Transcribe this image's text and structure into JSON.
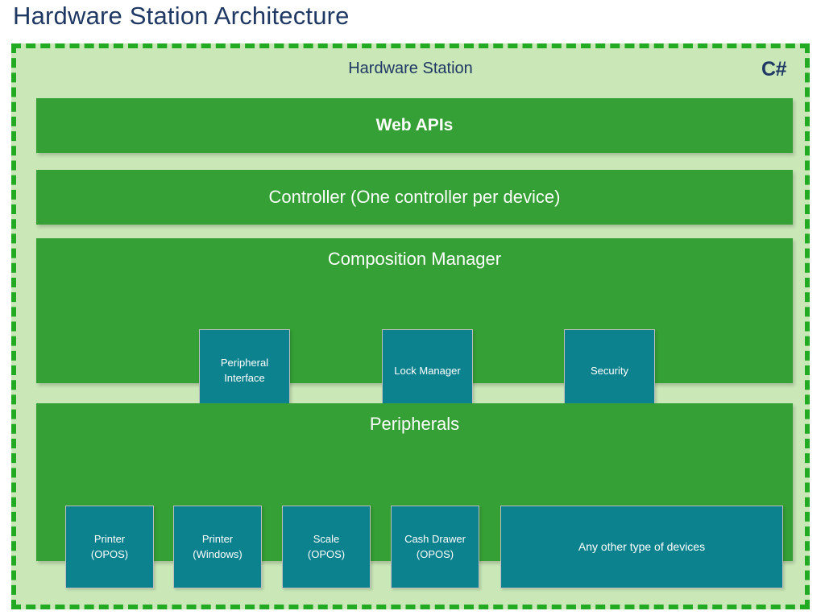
{
  "page": {
    "title": "Hardware Station Architecture"
  },
  "container": {
    "name": "Hardware Station",
    "language_badge": "C#",
    "border_color": "#22aa22",
    "background_color": "#c9e7b7",
    "title_color": "#1f3864"
  },
  "colors": {
    "layer_green": "#35a035",
    "component_teal": "#0d828f",
    "component_border": "#bfbfbf",
    "layer_text": "#ffffff",
    "title_navy": "#1f3864"
  },
  "layers": [
    {
      "id": "web-apis",
      "title": "Web APIs",
      "components": []
    },
    {
      "id": "controller",
      "title": "Controller (One controller per device)",
      "components": []
    },
    {
      "id": "composition-manager",
      "title": "Composition Manager",
      "components": [
        {
          "label": "Peripheral\nInterface"
        },
        {
          "label": "Lock Manager"
        },
        {
          "label": "Security"
        }
      ]
    },
    {
      "id": "peripherals",
      "title": "Peripherals",
      "components": [
        {
          "label": "Printer\n(OPOS)"
        },
        {
          "label": "Printer\n(Windows)"
        },
        {
          "label": "Scale\n(OPOS)"
        },
        {
          "label": "Cash Drawer\n(OPOS)"
        },
        {
          "label": "Any other type of devices"
        }
      ]
    }
  ]
}
